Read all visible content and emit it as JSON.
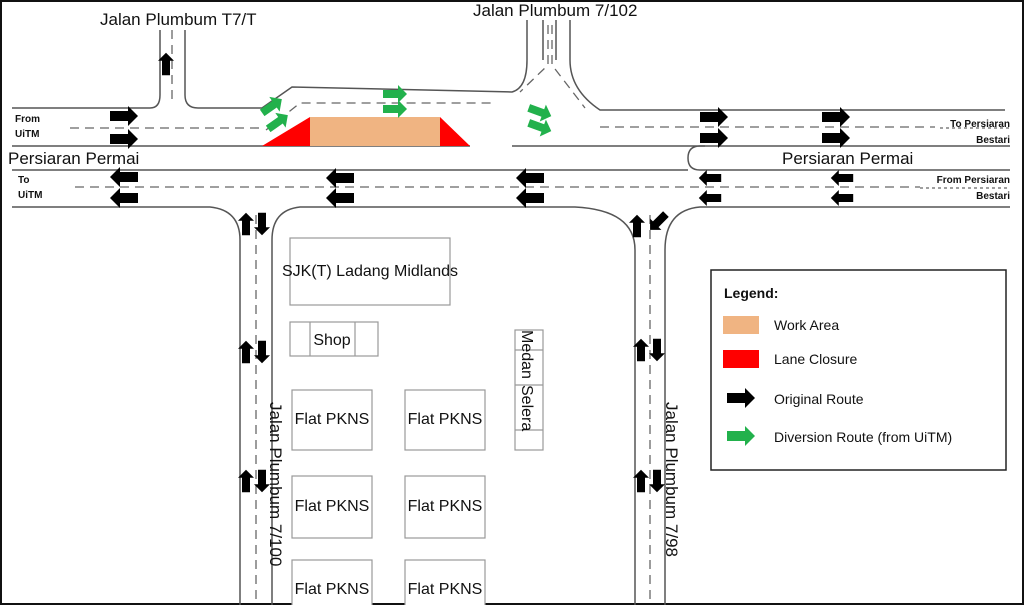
{
  "roads": {
    "top_left": "Jalan Plumbum T7/T",
    "top_right": "Jalan Plumbum 7/102",
    "main_left": "Persiaran Permai",
    "main_right": "Persiaran Permai",
    "bottom_left": "Jalan Plumbum 7/100",
    "bottom_right": "Jalan Plumbum 7/98"
  },
  "direction_labels": {
    "from_uitm_1": "From",
    "from_uitm_2": "UiTM",
    "to_uitm_1": "To",
    "to_uitm_2": "UiTM",
    "to_bestari_1": "To Persiaran",
    "to_bestari_2": "Bestari",
    "from_bestari_1": "From Persiaran",
    "from_bestari_2": "Bestari"
  },
  "buildings": {
    "school": "SJK(T) Ladang Midlands",
    "shop": "Shop",
    "medan_1": "Medan",
    "medan_2": "Selera",
    "flat": "Flat PKNS"
  },
  "legend": {
    "title": "Legend:",
    "items": [
      {
        "label": "Work Area",
        "color": "#F0B482"
      },
      {
        "label": "Lane Closure",
        "color": "#FF0000"
      },
      {
        "label": "Original Route",
        "color": "#000000"
      },
      {
        "label": "Diversion Route (from UiTM)",
        "color": "#22B14C"
      }
    ]
  }
}
